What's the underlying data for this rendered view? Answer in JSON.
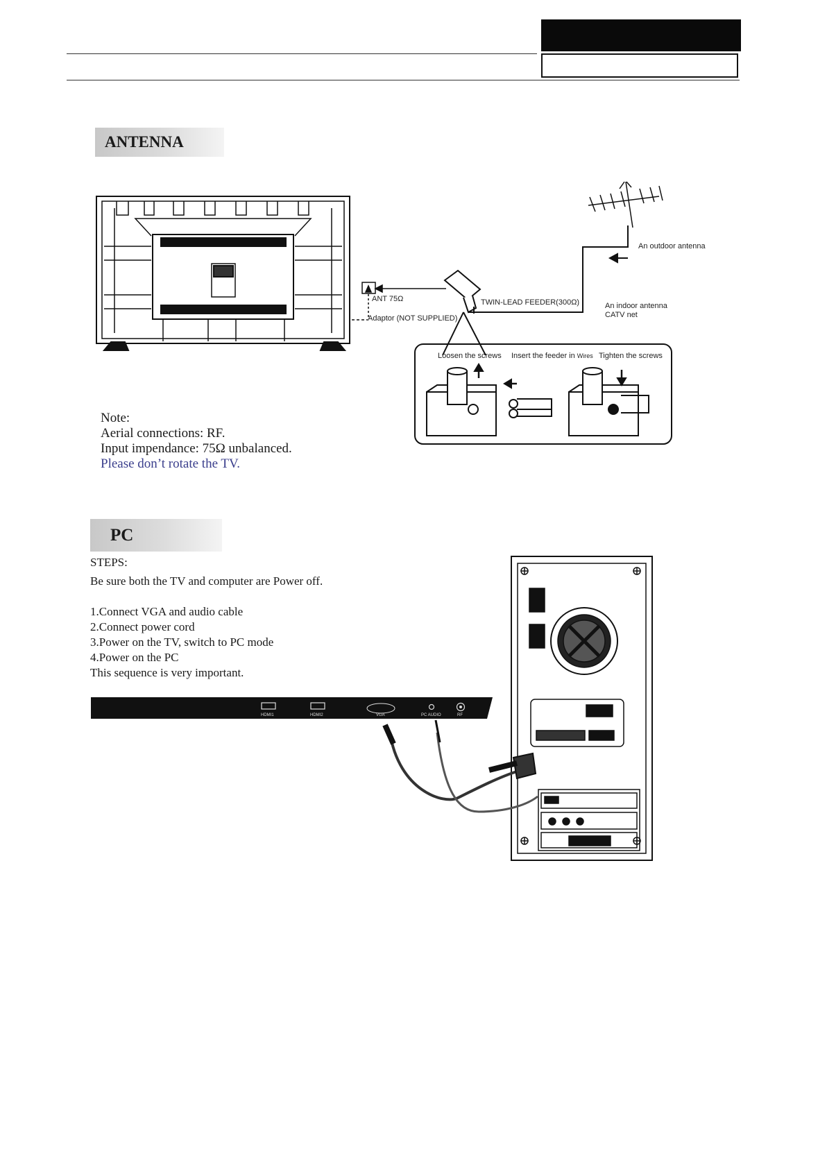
{
  "antenna": {
    "title": "ANTENNA",
    "labels": {
      "outdoor": "An outdoor antenna",
      "twin_lead": "TWIN-LEAD FEEDER(300Ω)",
      "indoor_1": "An indoor antenna",
      "indoor_2": "CATV net",
      "ant": "ANT 75Ω",
      "adaptor": "Adaptor  (NOT SUPPLIED)",
      "loosen": "Loosen the screws",
      "insert": "Insert the feeder in",
      "insert_wires": "Wires",
      "tighten": "Tighten the screws"
    },
    "note": {
      "title": "Note:",
      "line1": "Aerial connections: RF.",
      "line2": "Input impendance: 75Ω unbalanced.",
      "line3": "Please don’t rotate the TV."
    }
  },
  "pc": {
    "title": "PC",
    "steps_title": "STEPS:",
    "intro": "Be sure both the TV and computer are Power off.",
    "steps": [
      "1.Connect VGA  and audio cable",
      "2.Connect power cord",
      "3.Power on the TV, switch to PC mode",
      "4.Power on the PC"
    ],
    "footer": "This sequence is very important.",
    "ports": [
      "HDMI1",
      "HDMI2",
      "VGA",
      "PC AUDIO",
      "RF"
    ]
  }
}
